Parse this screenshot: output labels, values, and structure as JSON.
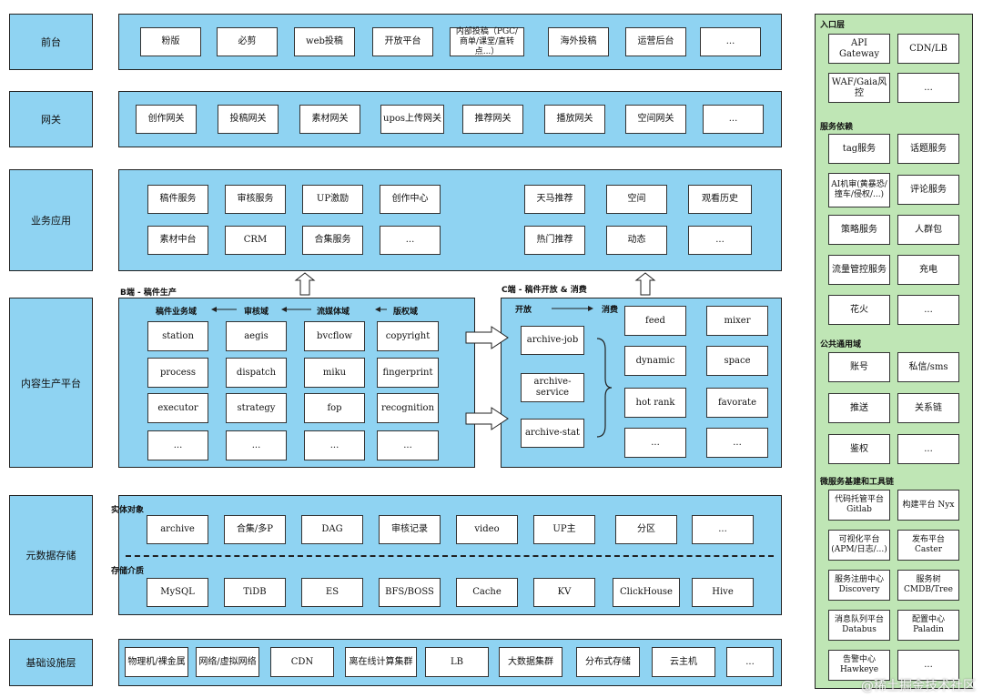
{
  "layers": {
    "frontend": {
      "label": "前台",
      "items": [
        "粉版",
        "必剪",
        "web投稿",
        "开放平台",
        "内部投稿（PGC/商单/课堂/直转点...）",
        "海外投稿",
        "运营后台",
        "..."
      ]
    },
    "gateway": {
      "label": "网关",
      "items": [
        "创作网关",
        "投稿网关",
        "素材网关",
        "upos上传网关",
        "推荐网关",
        "播放网关",
        "空间网关",
        "..."
      ]
    },
    "business": {
      "label": "业务应用",
      "left_row1": [
        "稿件服务",
        "审核服务",
        "UP激励",
        "创作中心"
      ],
      "left_row2": [
        "素材中台",
        "CRM",
        "合集服务",
        "..."
      ],
      "right_row1": [
        "天马推荐",
        "空间",
        "观看历史"
      ],
      "right_row2": [
        "热门推荐",
        "动态",
        "..."
      ]
    },
    "content": {
      "label": "内容生产平台",
      "b_title": "B端 - 稿件生产",
      "b_domains": [
        "稿件业务域",
        "审核域",
        "流媒体域",
        "版权域"
      ],
      "b_grid": [
        [
          "station",
          "aegis",
          "bvcflow",
          "copyright"
        ],
        [
          "process",
          "dispatch",
          "miku",
          "fingerprint"
        ],
        [
          "executor",
          "strategy",
          "fop",
          "recognition"
        ],
        [
          "...",
          "...",
          "...",
          "..."
        ]
      ],
      "c_title": "C端 - 稿件开放 & 消费",
      "c_open": "开放",
      "c_consume": "消费",
      "c_archive": [
        "archive-job",
        "archive-service",
        "archive-stat"
      ],
      "c_grid": [
        [
          "feed",
          "mixer"
        ],
        [
          "dynamic",
          "space"
        ],
        [
          "hot rank",
          "favorate"
        ],
        [
          "...",
          "..."
        ]
      ]
    },
    "metadata": {
      "label": "元数据存储",
      "entity_title": "实体对象",
      "entities": [
        "archive",
        "合集/多P",
        "DAG",
        "审核记录",
        "video",
        "UP主",
        "分区",
        "..."
      ],
      "storage_title": "存储介质",
      "storage": [
        "MySQL",
        "TiDB",
        "ES",
        "BFS/BOSS",
        "Cache",
        "KV",
        "ClickHouse",
        "Hive"
      ]
    },
    "infra": {
      "label": "基础设施层",
      "items": [
        "物理机/裸金属",
        "网络/虚拟网络",
        "CDN",
        "离在线计算集群",
        "LB",
        "大数据集群",
        "分布式存储",
        "云主机",
        "..."
      ]
    }
  },
  "sidebar": {
    "entry": {
      "title": "入口层",
      "items": [
        "API Gateway",
        "CDN/LB",
        "WAF/Gaia风控",
        "..."
      ]
    },
    "deps": {
      "title": "服务依赖",
      "items": [
        "tag服务",
        "话题服务",
        "AI机审(黄暴恐/撞车/侵权/...)",
        "评论服务",
        "策略服务",
        "人群包",
        "流量管控服务",
        "充电",
        "花火",
        "..."
      ]
    },
    "common": {
      "title": "公共通用域",
      "items": [
        "账号",
        "私信/sms",
        "推送",
        "关系链",
        "鉴权",
        "..."
      ]
    },
    "micro": {
      "title": "微服务基建和工具链",
      "items": [
        "代码托管平台 Gitlab",
        "构建平台 Nyx",
        "可视化平台 (APM/日志/...)",
        "发布平台 Caster",
        "服务注册中心 Discovery",
        "服务树 CMDB/Tree",
        "消息队列平台 Databus",
        "配置中心 Paladin",
        "告警中心 Hawkeye",
        "..."
      ]
    }
  },
  "watermark": "@稀土掘金技术社区",
  "colors": {
    "layer": "#8fd3f2",
    "sidebar": "#bfe6b5",
    "box": "#ffffff"
  }
}
